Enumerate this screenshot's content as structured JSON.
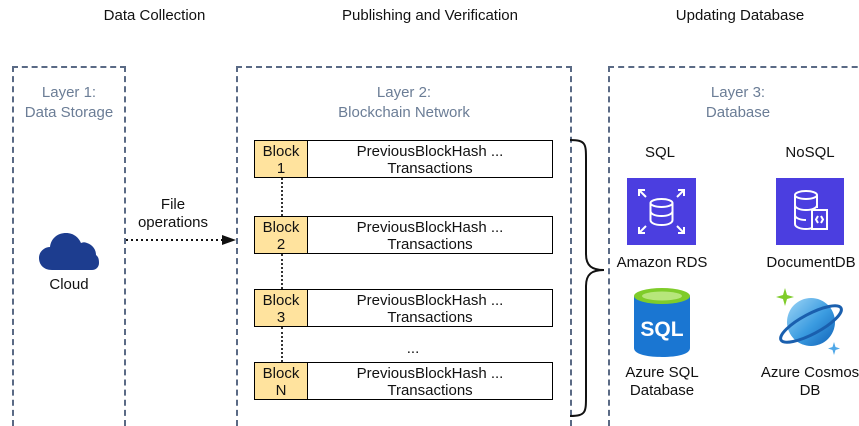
{
  "headers": {
    "col1": "Data Collection",
    "col2": "Publishing and Verification",
    "col3": "Updating Database"
  },
  "layers": {
    "layer1": {
      "line1": "Layer 1:",
      "line2": "Data Storage"
    },
    "layer2": {
      "line1": "Layer 2:",
      "line2": "Blockchain Network"
    },
    "layer3": {
      "line1": "Layer 3:",
      "line2": "Database"
    }
  },
  "cloud": {
    "label": "Cloud"
  },
  "arrow": {
    "line1": "File",
    "line2": "operations"
  },
  "blocks": [
    {
      "word": "Block",
      "id": "1",
      "line1": "PreviousBlockHash ...",
      "line2": "Transactions"
    },
    {
      "word": "Block",
      "id": "2",
      "line1": "PreviousBlockHash ...",
      "line2": "Transactions"
    },
    {
      "word": "Block",
      "id": "3",
      "line1": "PreviousBlockHash ...",
      "line2": "Transactions"
    },
    {
      "word": "Block",
      "id": "N",
      "line1": "PreviousBlockHash ...",
      "line2": "Transactions"
    }
  ],
  "ellipsis": "...",
  "databases": {
    "sql_header": "SQL",
    "nosql_header": "NoSQL",
    "rds": "Amazon RDS",
    "documentdb": "DocumentDB",
    "azure_sql": {
      "line1": "Azure SQL",
      "line2": "Database",
      "logo_text": "SQL"
    },
    "cosmos": {
      "line1": "Azure Cosmos",
      "line2": "DB"
    }
  },
  "colors": {
    "aws_purple": "#4b3ee0",
    "azure_blue": "#1a76d2",
    "azure_green": "#7fcc2a",
    "cloud_navy": "#1d3d8f",
    "block_fill": "#ffe39e",
    "layer_border": "#5a6a85"
  }
}
